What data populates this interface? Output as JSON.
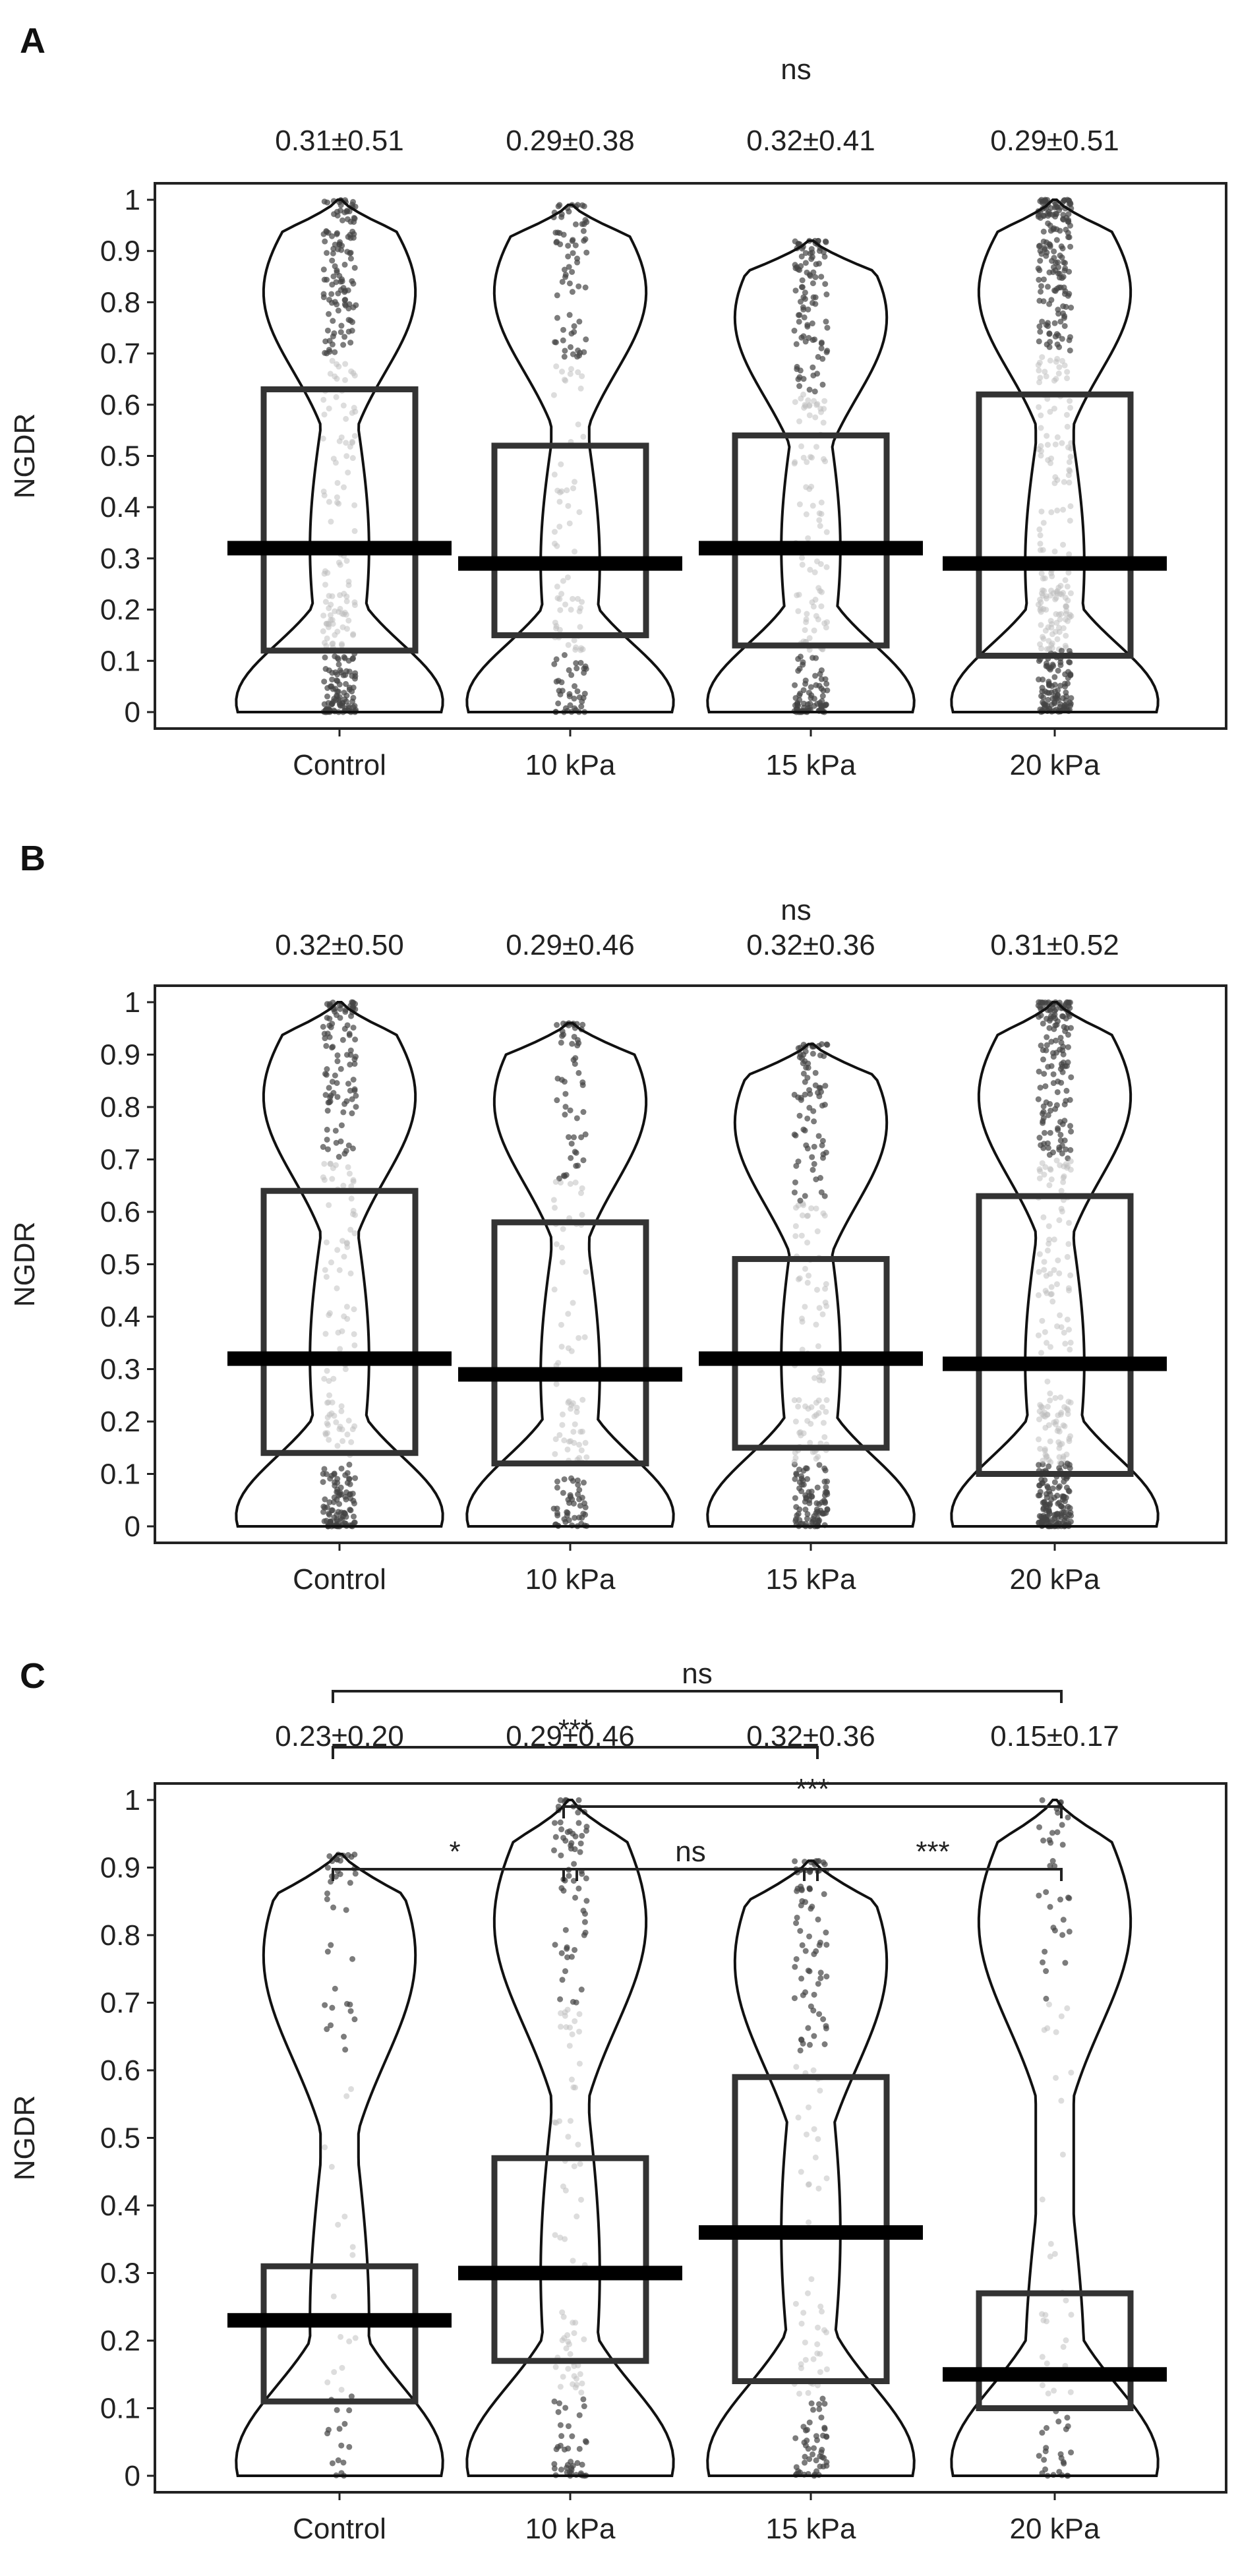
{
  "colors": {
    "axis": "#222222",
    "median": "#000000",
    "box": "#333333",
    "points": "#555555"
  },
  "chart_data": [
    {
      "panel": "A",
      "type": "violin",
      "ylabel": "NGDR",
      "ylim": [
        0,
        1
      ],
      "yticks": [
        "0",
        "0.1",
        "0.2",
        "0.3",
        "0.4",
        "0.5",
        "0.6",
        "0.7",
        "0.8",
        "0.9",
        "1"
      ],
      "categories": [
        "Control",
        "10 kPa",
        "15 kPa",
        "20 kPa"
      ],
      "top_annotation": "ns",
      "summaries": [
        "0.31±0.51",
        "0.29±0.38",
        "0.32±0.41",
        "0.29±0.51"
      ],
      "median": [
        0.32,
        0.29,
        0.32,
        0.29
      ],
      "q1": [
        0.12,
        0.15,
        0.13,
        0.11
      ],
      "q3": [
        0.63,
        0.52,
        0.54,
        0.62
      ],
      "violin_max": [
        1.0,
        0.99,
        0.92,
        1.0
      ],
      "point_count": [
        320,
        170,
        260,
        420
      ],
      "comparisons": []
    },
    {
      "panel": "B",
      "type": "violin",
      "ylabel": "NGDR",
      "ylim": [
        0,
        1
      ],
      "yticks": [
        "0",
        "0.1",
        "0.2",
        "0.3",
        "0.4",
        "0.5",
        "0.6",
        "0.7",
        "0.8",
        "0.9",
        "1"
      ],
      "categories": [
        "Control",
        "10 kPa",
        "15 kPa",
        "20 kPa"
      ],
      "top_annotation": "ns",
      "summaries": [
        "0.32±0.50",
        "0.29±0.46",
        "0.32±0.36",
        "0.31±0.52"
      ],
      "median": [
        0.32,
        0.29,
        0.32,
        0.31
      ],
      "q1": [
        0.14,
        0.12,
        0.15,
        0.1
      ],
      "q3": [
        0.64,
        0.58,
        0.51,
        0.63
      ],
      "violin_max": [
        1.0,
        0.96,
        0.92,
        1.0
      ],
      "point_count": [
        280,
        160,
        250,
        420
      ],
      "comparisons": []
    },
    {
      "panel": "C",
      "type": "violin",
      "ylabel": "NGDR",
      "ylim": [
        0,
        1
      ],
      "yticks": [
        "0",
        "0.1",
        "0.2",
        "0.3",
        "0.4",
        "0.5",
        "0.6",
        "0.7",
        "0.8",
        "0.9",
        "1"
      ],
      "categories": [
        "Control",
        "10 kPa",
        "15 kPa",
        "20 kPa"
      ],
      "top_annotation": "",
      "summaries": [
        "0.23±0.20",
        "0.29±0.46",
        "0.32±0.36",
        "0.15±0.17"
      ],
      "median": [
        0.23,
        0.3,
        0.36,
        0.15
      ],
      "q1": [
        0.11,
        0.17,
        0.14,
        0.1
      ],
      "q3": [
        0.31,
        0.47,
        0.59,
        0.27
      ],
      "violin_max": [
        0.92,
        1.0,
        0.91,
        1.0
      ],
      "point_count": [
        70,
        170,
        170,
        90
      ],
      "comparisons": [
        {
          "from": 0,
          "to": 3,
          "label": "ns"
        },
        {
          "from": 0,
          "to": 2,
          "label": "***"
        },
        {
          "from": 1,
          "to": 3,
          "label": "***"
        },
        {
          "from": 0,
          "to": 1,
          "label": "*"
        },
        {
          "from": 1,
          "to": 2,
          "label": "ns"
        },
        {
          "from": 2,
          "to": 3,
          "label": "***"
        }
      ]
    }
  ]
}
